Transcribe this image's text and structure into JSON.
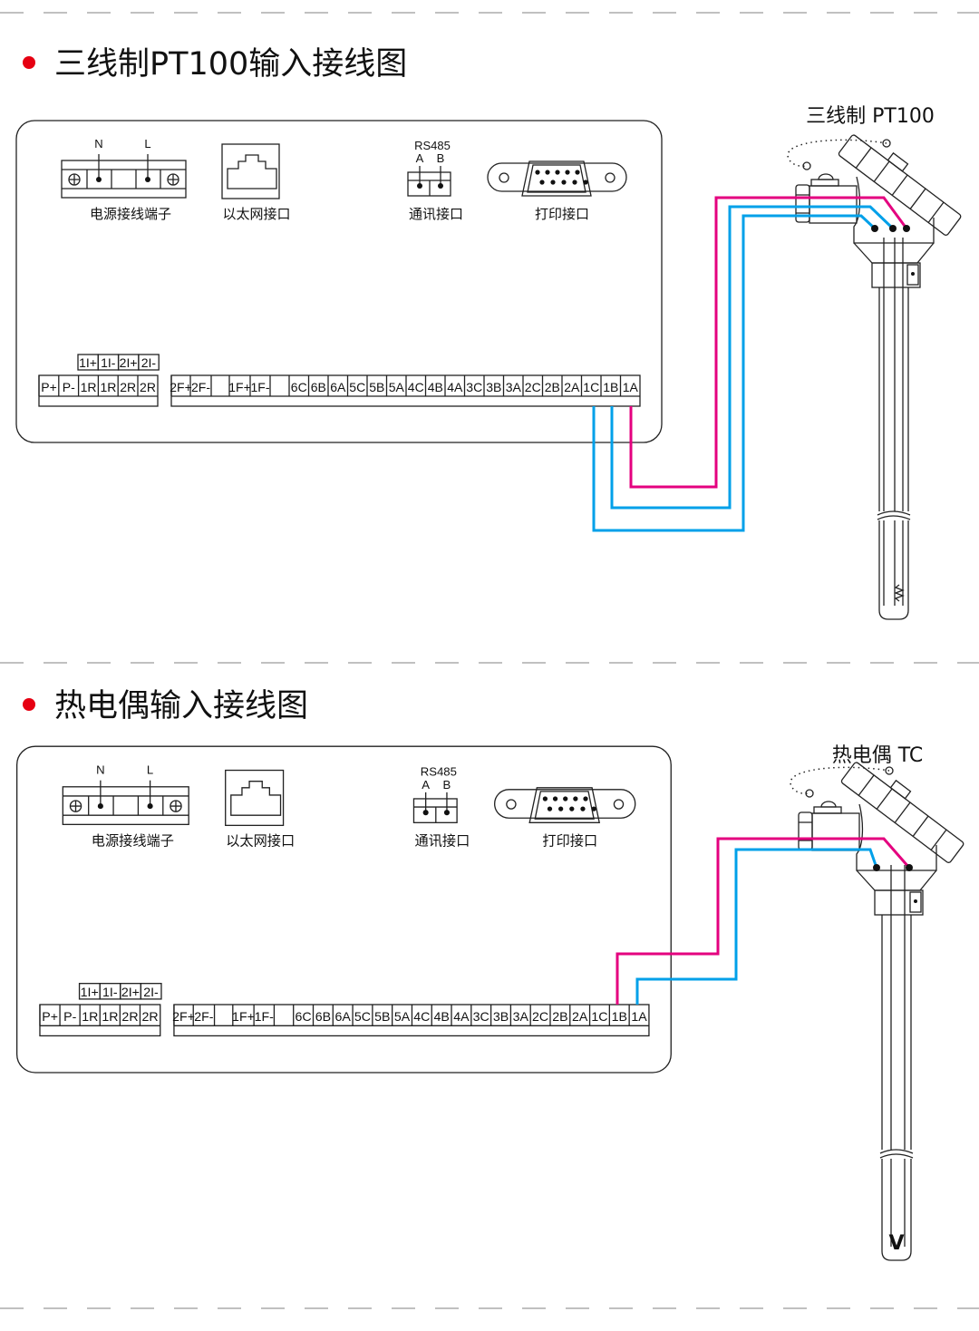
{
  "colors": {
    "magenta": "#e4007f",
    "blue": "#00a0e9",
    "bullet": "#e60012",
    "divider": "#9a9a9a"
  },
  "sections": [
    {
      "title": "三线制PT100输入接线图",
      "sensor_title": "三线制 PT100",
      "sensor_type": "rtd",
      "wires": [
        {
          "terminal": "1A",
          "color": "magenta"
        },
        {
          "terminal": "1B",
          "color": "blue"
        },
        {
          "terminal": "1C",
          "color": "blue"
        }
      ]
    },
    {
      "title": "热电偶输入接线图",
      "sensor_title": "热电偶 TC",
      "sensor_type": "thermocouple",
      "sensor_symbol": "V",
      "wires": [
        {
          "terminal": "1B",
          "color": "magenta"
        },
        {
          "terminal": "1A",
          "color": "blue"
        }
      ]
    }
  ],
  "panel": {
    "power": {
      "label": "电源接线端子",
      "n": "N",
      "l": "L"
    },
    "ethernet": {
      "label": "以太网接口"
    },
    "rs485": {
      "label": "通讯接口",
      "title": "RS485",
      "a": "A",
      "b": "B"
    },
    "print": {
      "label": "打印接口"
    },
    "current_strip": [
      "1I+",
      "1I-",
      "2I+",
      "2I-"
    ],
    "left_strip": [
      "P+",
      "P-",
      "1R",
      "1R",
      "2R",
      "2R"
    ],
    "right_strip": [
      "2F+",
      "2F-",
      "",
      "1F+",
      "1F-",
      "",
      "6C",
      "6B",
      "6A",
      "5C",
      "5B",
      "5A",
      "4C",
      "4B",
      "4A",
      "3C",
      "3B",
      "3A",
      "2C",
      "2B",
      "2A",
      "1C",
      "1B",
      "1A"
    ]
  }
}
